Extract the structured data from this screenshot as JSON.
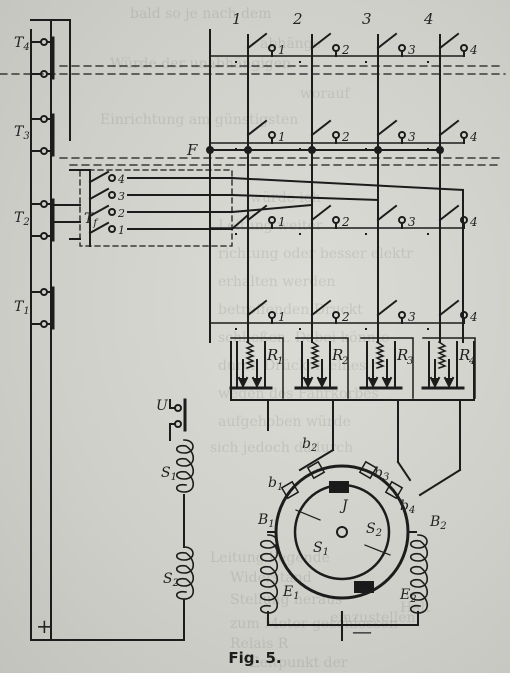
{
  "caption": "Fig. 5.",
  "transformers": [
    "T4",
    "T3",
    "T2",
    "T1"
  ],
  "tf_label": "Tf",
  "tf_taps": [
    "4",
    "3",
    "2",
    "1"
  ],
  "feeder_label": "F",
  "columns": [
    "1",
    "2",
    "3",
    "4"
  ],
  "contact_labels": [
    "1",
    "2",
    "3",
    "4"
  ],
  "relays": [
    "R1",
    "R2",
    "R3",
    "R4"
  ],
  "relay_letter": "R",
  "u_label": "U",
  "coils": [
    "S1",
    "S2"
  ],
  "brushes": [
    "b1",
    "b2",
    "b3",
    "b4"
  ],
  "big_brushes": [
    "B1",
    "B2"
  ],
  "armature": "J",
  "stator": [
    "S1",
    "S2"
  ],
  "excitation": [
    "E1",
    "E2"
  ],
  "plus": "+",
  "minus": "—",
  "bleed_text": [
    "bald so je nach dem",
    "abhänge",
    "Würde der unabhängigen",
    "worauf",
    "Einrichtung am günstigsten",
    "würde ich",
    "Leitung weiter",
    "richtung oder besser elektr",
    "erhalten werden",
    "betreffenden Druckt",
    "schließen. Dabei könnte",
    "durch Drücken eines",
    "wegen des Fahrkorbes",
    "aufgehoben würde",
    "sich jedoch dadurch",
    "Leitung liegende",
    "Widerstand",
    "Stellung heraus",
    "zum Motor geschlossen",
    "Relais R",
    "Halt",
    "einzustellen",
    "Zeitpunkt der"
  ]
}
